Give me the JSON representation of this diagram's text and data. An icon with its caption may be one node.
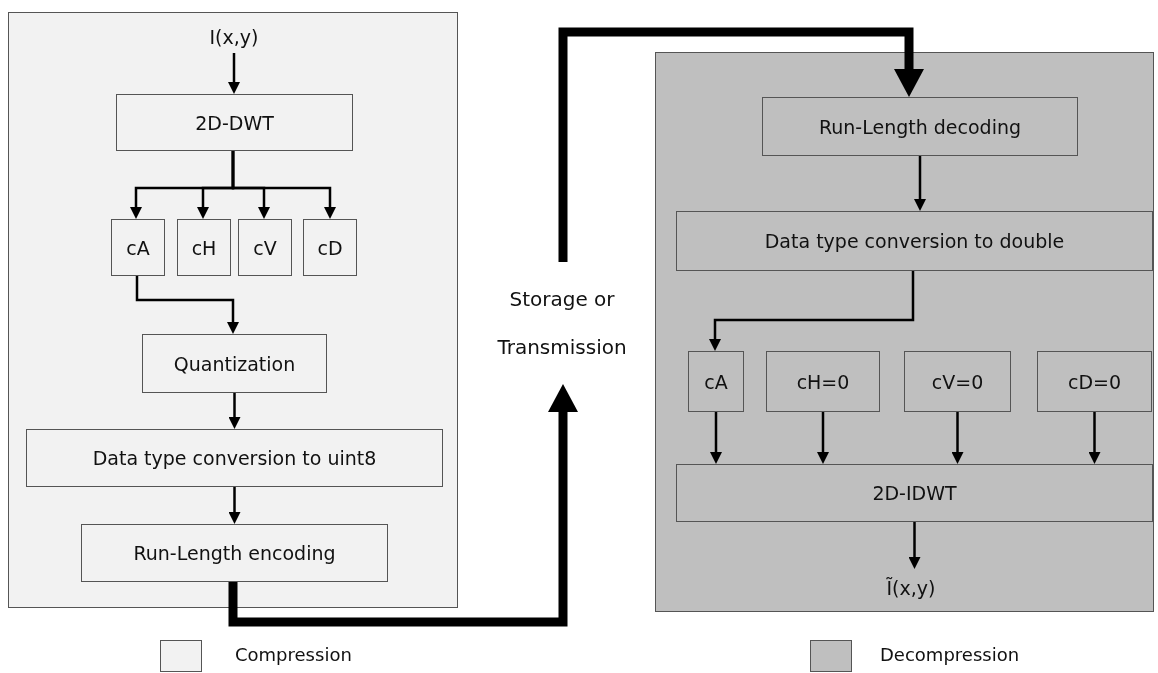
{
  "diagram": {
    "nodes": [
      {
        "text": [],
        "shape": "box"
      },
      {
        "text": [
          "I(x,y)"
        ],
        "in": 0
      },
      {
        "text": [
          "2D-DWT"
        ],
        "in": 0
      },
      {
        "text": [
          "cA"
        ],
        "in": 0
      },
      {
        "text": [
          "cH"
        ],
        "in": 0
      },
      {
        "text": [
          "cV"
        ],
        "in": 0
      },
      {
        "text": [
          "cD"
        ],
        "in": 0
      },
      {
        "text": [
          "Quantization"
        ],
        "in": 0
      },
      {
        "text": [
          "Data type conversion to uint8"
        ],
        "in": 0
      },
      {
        "text": [
          "Run-Length encoding"
        ],
        "in": 0
      },
      {
        "text": [
          "Storage or Transmission"
        ]
      },
      {
        "text": [],
        "shape": "box"
      },
      {
        "text": [
          "Run-Length decoding"
        ],
        "in": 11
      },
      {
        "text": [
          "Data type conversion to double"
        ],
        "in": 11
      },
      {
        "text": [
          "cA"
        ],
        "in": 11
      },
      {
        "text": [
          "cH=0"
        ],
        "in": 11
      },
      {
        "text": [
          "cV=0"
        ],
        "in": 11
      },
      {
        "text": [
          "cD=0"
        ],
        "in": 11
      },
      {
        "text": [
          "2D-IDWT"
        ],
        "in": 11
      },
      {
        "text": [
          "Ĩ(x,y)"
        ],
        "in": 11
      }
    ],
    "edges": [
      {
        "from": 1,
        "to": 2,
        "arrow": "to"
      },
      {
        "from": 2,
        "to": 3,
        "arrow": "to"
      },
      {
        "from": 2,
        "to": 4,
        "arrow": "to"
      },
      {
        "from": 2,
        "to": 5,
        "arrow": "to"
      },
      {
        "from": 2,
        "to": 6,
        "arrow": "to"
      },
      {
        "from": 3,
        "to": 7,
        "arrow": "to"
      },
      {
        "from": 7,
        "to": 8,
        "arrow": "to"
      },
      {
        "from": 8,
        "to": 9,
        "arrow": "to"
      },
      {
        "from": 9,
        "to": 10,
        "arrow": "to",
        "style": "thick"
      },
      {
        "from": 10,
        "to": 12,
        "arrow": "to",
        "style": "thick"
      },
      {
        "from": 12,
        "to": 13,
        "arrow": "to"
      },
      {
        "from": 13,
        "to": 14,
        "arrow": "to"
      },
      {
        "from": 14,
        "to": 18,
        "arrow": "to"
      },
      {
        "from": 15,
        "to": 18,
        "arrow": "to"
      },
      {
        "from": 16,
        "to": 18,
        "arrow": "to"
      },
      {
        "from": 17,
        "to": 18,
        "arrow": "to"
      },
      {
        "from": 18,
        "to": 19,
        "arrow": "to"
      }
    ],
    "legend": [
      {
        "text": "Compression",
        "color": "#f2f2f2"
      },
      {
        "text": "Decompression",
        "color": "#bfbfbf"
      }
    ]
  }
}
